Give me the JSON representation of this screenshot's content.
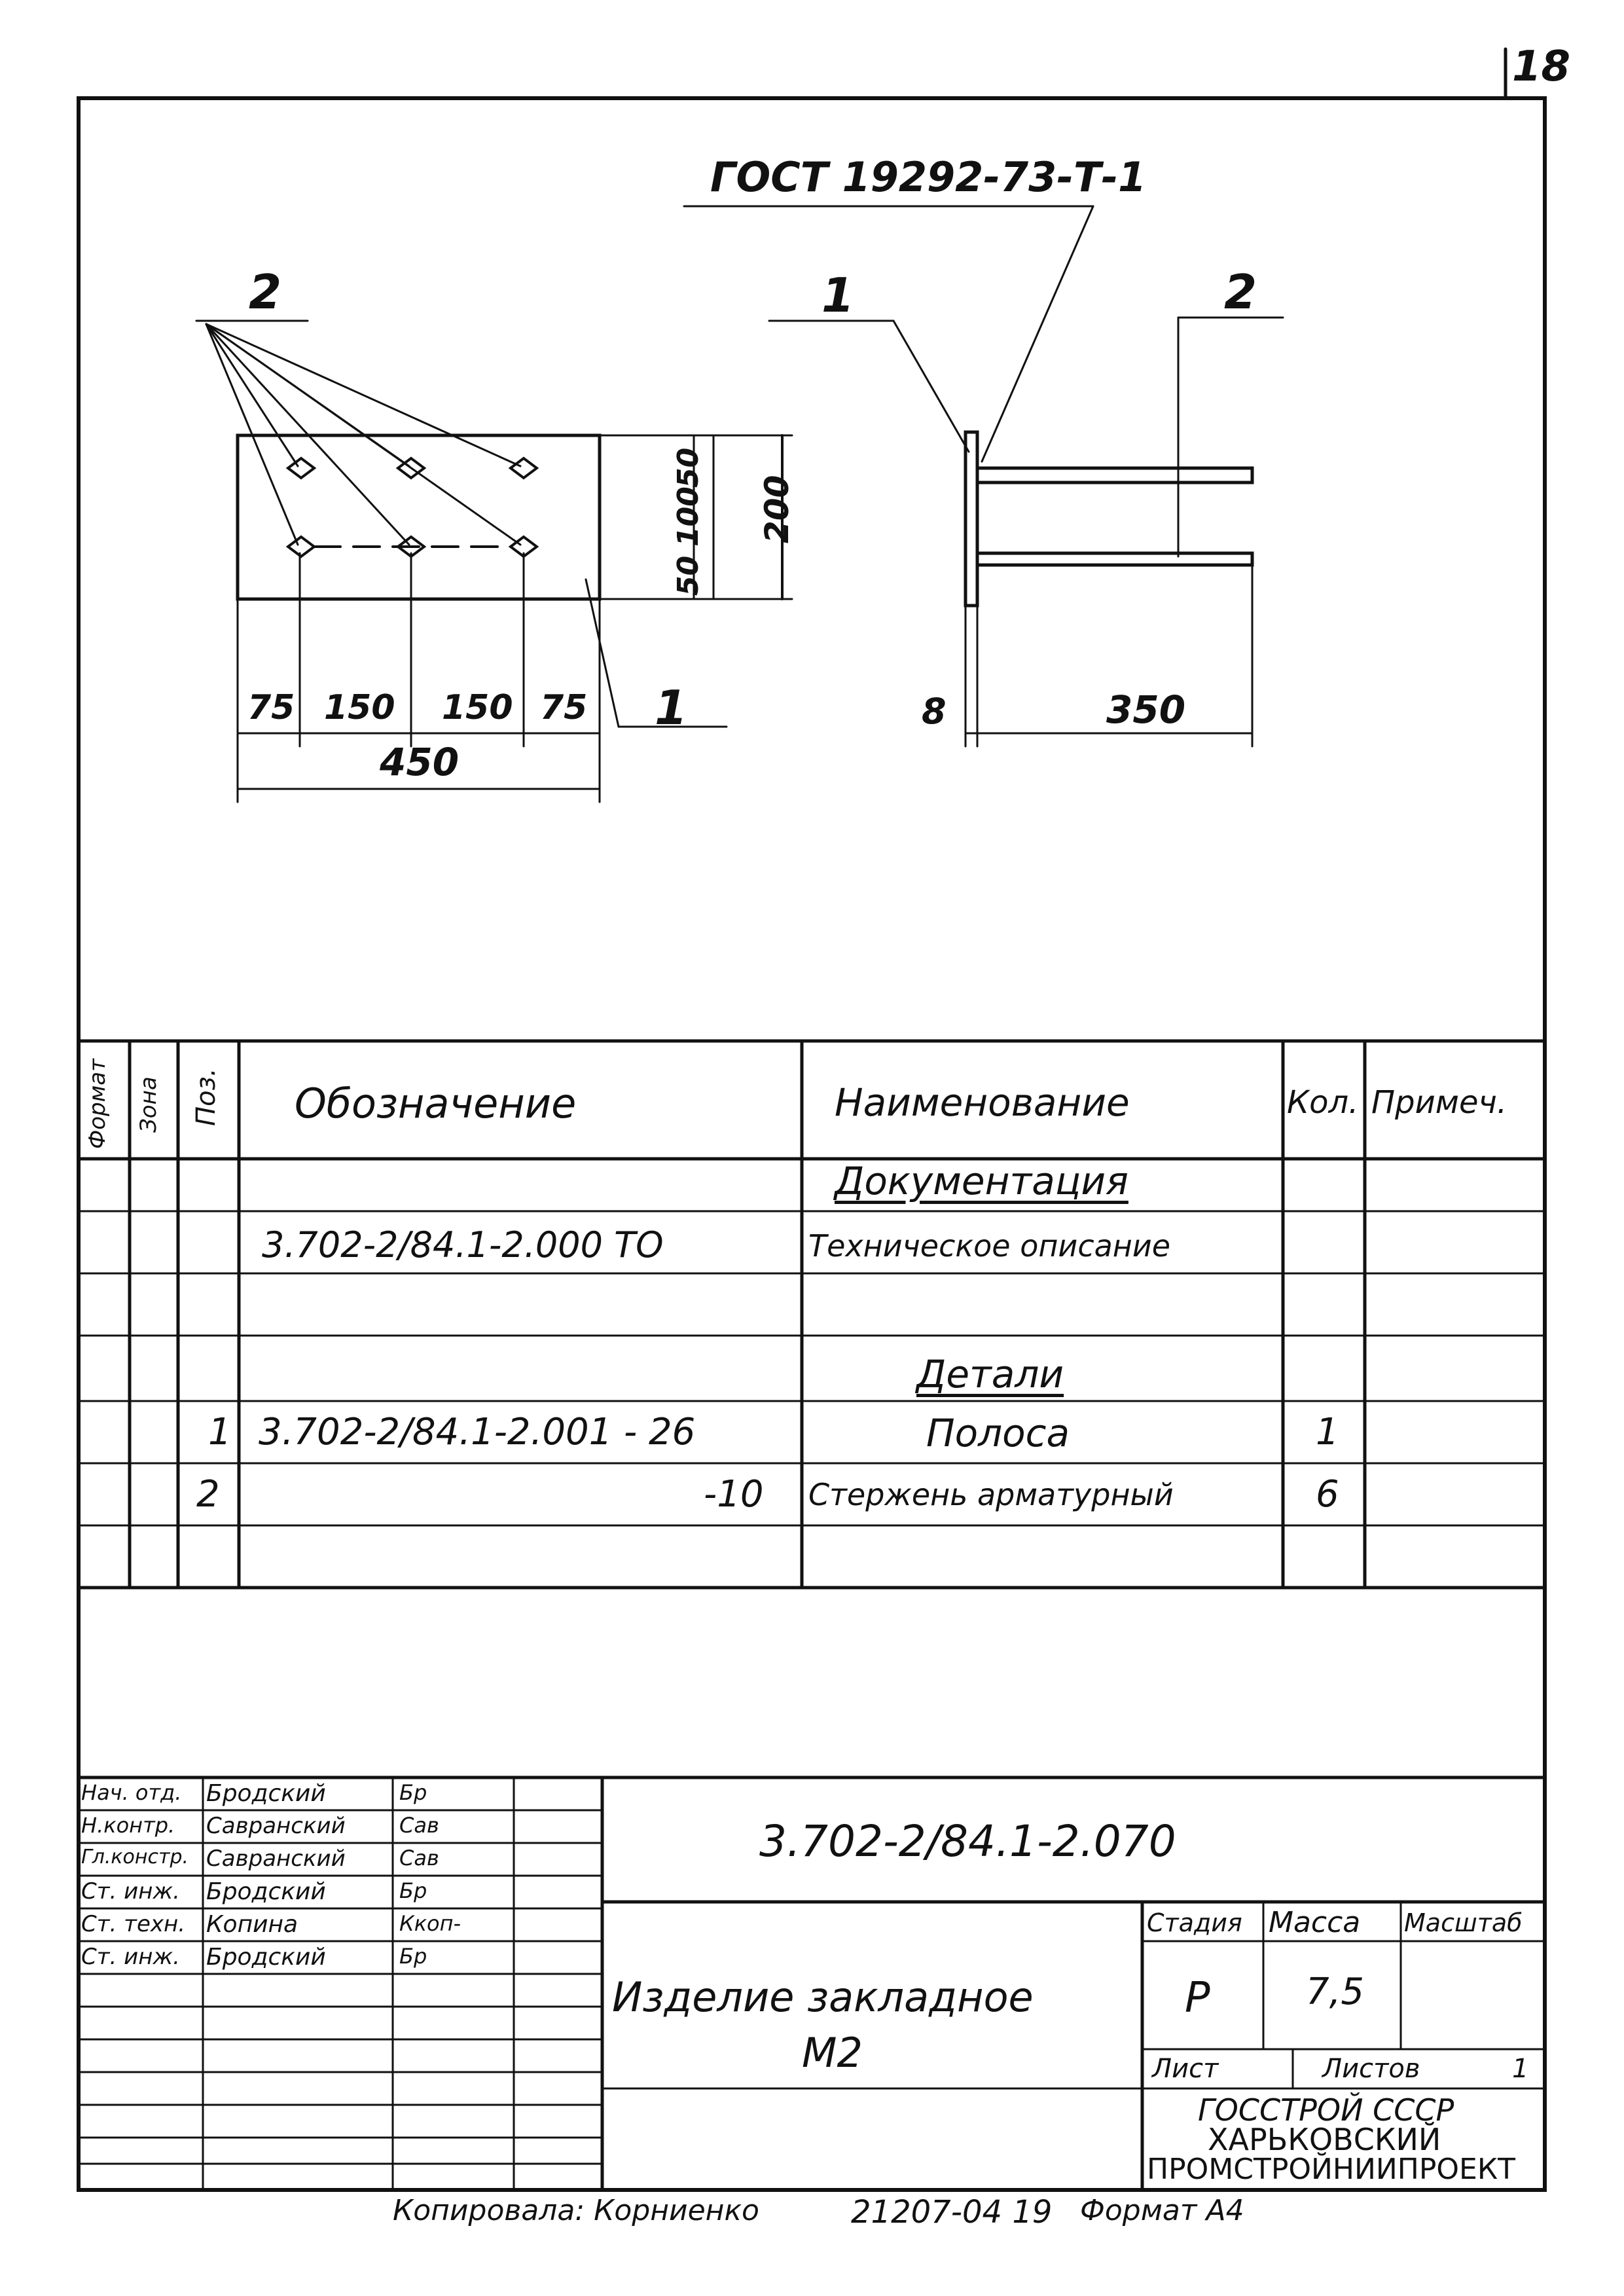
{
  "sheet_number": "18",
  "drawing": {
    "gost_label": "ГОСТ 19292-73-Т-1",
    "callout_2_left": "2",
    "callout_1_right": "1",
    "callout_2_right": "2",
    "callout_1_bottom": "1",
    "dims_front": {
      "d75a": "75",
      "d150a": "150",
      "d150b": "150",
      "d75b": "75",
      "total": "450",
      "h50a": "50",
      "h100": "100",
      "h50b": "50",
      "h200": "200"
    },
    "dims_side": {
      "thickness": "8",
      "length": "350"
    }
  },
  "spec": {
    "headers": {
      "format": "Формат",
      "zone": "Зона",
      "pos": "Поз.",
      "designation": "Обозначение",
      "name": "Наименование",
      "qty": "Кол.",
      "note": "Примеч."
    },
    "rows": {
      "section_docs": "Документация",
      "doc_designation": "3.702-2/84.1-2.000 ТО",
      "doc_name": "Техническое описание",
      "section_parts": "Детали",
      "p1_pos": "1",
      "p1_designation": "3.702-2/84.1-2.001 - 26",
      "p1_name": "Полоса",
      "p1_qty": "1",
      "p2_pos": "2",
      "p2_designation": "-10",
      "p2_name": "Стержень арматурный",
      "p2_qty": "6"
    }
  },
  "title_block": {
    "code": "3.702-2/84.1-2.070",
    "title_line1": "Изделие закладное",
    "title_line2": "М2",
    "stage_label": "Стадия",
    "mass_label": "Масса",
    "scale_label": "Масштаб",
    "stage": "Р",
    "mass": "7,5",
    "sheet_label": "Лист",
    "sheets_label": "Листов",
    "sheets": "1",
    "org_line1": "ГОССТРОЙ СССР",
    "org_line2": "ХАРЬКОВСКИЙ",
    "org_line3": "ПРОМСТРОЙНИИПРОЕКТ",
    "staff": [
      {
        "role": "Нач. отд.",
        "name": "Бродский",
        "sign": "Бр"
      },
      {
        "role": "Н.контр.",
        "name": "Савранский",
        "sign": "Сав"
      },
      {
        "role": "Гл.констр.",
        "name": "Савранский",
        "sign": "Сав"
      },
      {
        "role": "Ст. инж.",
        "name": "Бродский",
        "sign": "Бр"
      },
      {
        "role": "Ст. техн.",
        "name": "Копина",
        "sign": "Ккоп-"
      },
      {
        "role": "Ст. инж.",
        "name": "Бродский",
        "sign": "Бр"
      }
    ]
  },
  "footer": {
    "copied": "Копировала: Корниенко",
    "number": "21207-04 19",
    "format": "Формат А4"
  }
}
